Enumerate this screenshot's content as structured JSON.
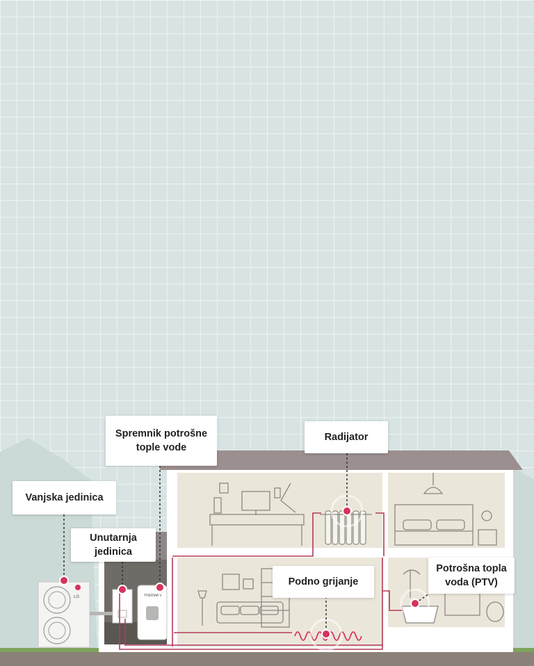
{
  "labels": {
    "outdoor_unit": "Vanjska jedinica",
    "indoor_unit": "Unutarnja\njedinica",
    "dhw_tank": "Spremnik potrošne\ntople vode",
    "radiator": "Radijator",
    "floor_heating": "Podno grijanje",
    "hot_water": "Potrošna topla\nvoda (PTV)"
  },
  "unit_brand": "LG",
  "tank_brand": "THERMA V",
  "colors": {
    "accent": "#d6335d",
    "pipe": "#b33a5a",
    "roof": "#9b8f8f",
    "ground": "#8a8178",
    "grass": "#7ea35c",
    "room": "#ebe6da",
    "wall": "#ffffff"
  }
}
